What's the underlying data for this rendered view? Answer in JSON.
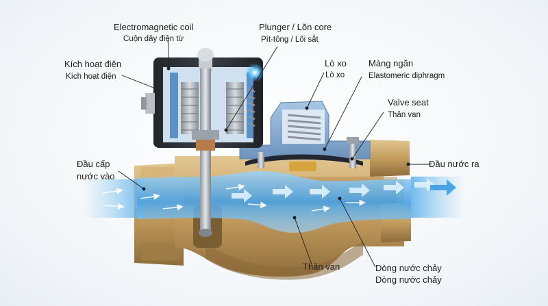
{
  "labels": {
    "coil": {
      "main": "Electromagnetic coil",
      "sub": "Cuộn dây điện từ"
    },
    "plunger": {
      "main": "Plunger  / Lõn core",
      "sub": "Pít-tông / Lõi sắt"
    },
    "activation": {
      "main": "Kích hoạt điện",
      "sub": "Kích hoạt điện"
    },
    "spring": {
      "main": "Lò xo",
      "sub": "Lò xo"
    },
    "diaphragm": {
      "main": "Màng ngăn",
      "sub": "Elastomeric diphragm"
    },
    "valve_seat": {
      "main": "Valve seat",
      "sub": "Thân van"
    },
    "inlet": {
      "line1": "Đầu cấp",
      "line2": "nước vào"
    },
    "outlet": {
      "main": "Đầu nước ra"
    },
    "body": {
      "main": "Thân van"
    },
    "flow": {
      "main": "Dòng nước chảy",
      "sub": "Dòng nước chảy"
    }
  },
  "colors": {
    "brass": "#c8a56a",
    "coil_housing": "#2f3338",
    "water": "#5aaee8",
    "cap_blue": "#7fa6cf"
  }
}
